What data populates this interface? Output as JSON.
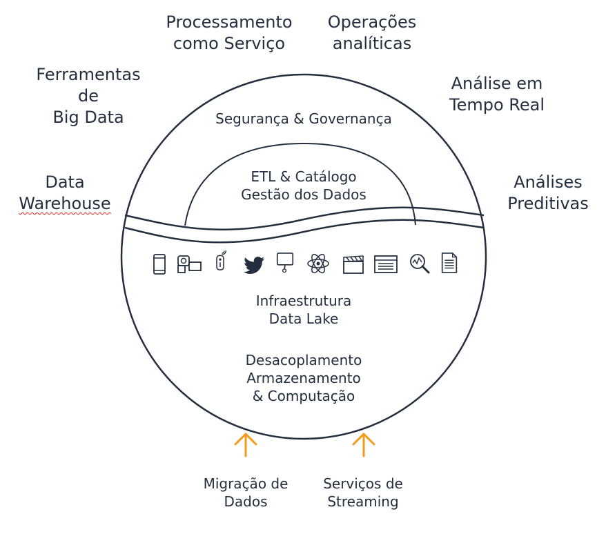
{
  "outer_labels": {
    "processing": [
      "Processamento",
      "como Serviço"
    ],
    "operations": [
      "Operações",
      "analíticas"
    ],
    "big_data_tools": [
      "Ferramentas",
      "de",
      "Big Data"
    ],
    "realtime": [
      "Análise em",
      "Tempo Real"
    ],
    "data_warehouse": [
      "Data",
      "Warehouse"
    ],
    "predictive": [
      "Análises",
      "Preditivas"
    ]
  },
  "inner_labels": {
    "security": "Segurança & Governança",
    "etl": [
      "ETL & Catálogo",
      "Gestão dos Dados"
    ],
    "infrastructure": [
      "Infraestrutura",
      "Data Lake"
    ],
    "decoupling": [
      "Desacoplamento",
      "Armazenamento",
      "& Computação"
    ]
  },
  "inputs": {
    "migration": [
      "Migração de",
      "Dados"
    ],
    "streaming": [
      "Serviços de",
      "Streaming"
    ]
  },
  "data_source_icons": [
    "mobile-phone-icon",
    "camera-icon",
    "sensor-icon",
    "twitter-bird-icon",
    "chat-bubble-icon",
    "atom-icon",
    "clapperboard-icon",
    "browser-window-icon",
    "analytics-search-icon",
    "document-icon"
  ],
  "colors": {
    "line": "#232f3e",
    "arrow": "#f29a1a",
    "spellcheck": "#e02020"
  }
}
